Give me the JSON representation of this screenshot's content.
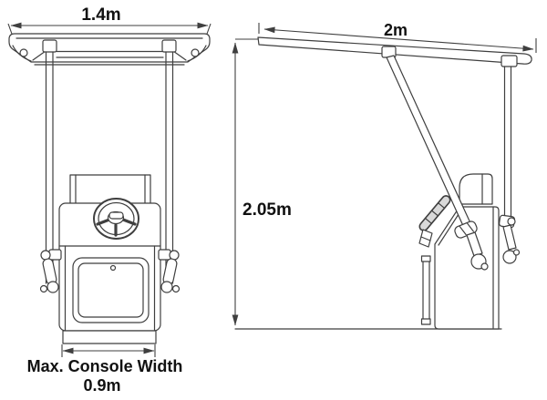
{
  "labels": {
    "canopy_width": "1.4m",
    "canopy_length": "2m",
    "overall_height": "2.05m",
    "console_width_caption": "Max. Console Width",
    "console_width_value": "0.9m"
  },
  "colors": {
    "line": "#3f3f3f",
    "text": "#111111",
    "background": "#ffffff"
  }
}
